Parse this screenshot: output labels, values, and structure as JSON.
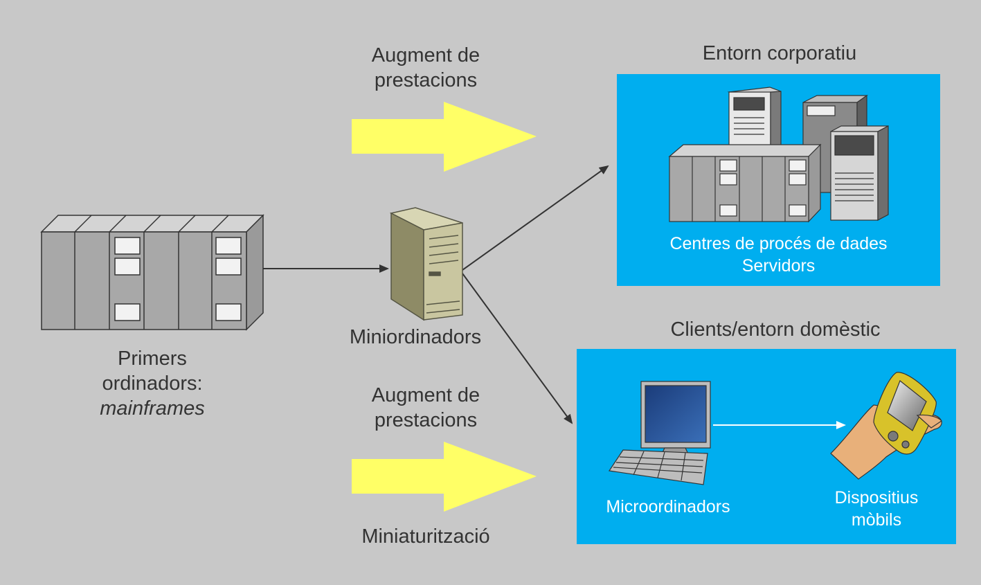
{
  "colors": {
    "background": "#c8c8c8",
    "panel": "#00aeef",
    "yellow_arrow": "#ffff66",
    "connector": "#333333",
    "text_dark": "#333333",
    "text_light": "#ffffff"
  },
  "mainframe": {
    "label_line1": "Primers",
    "label_line2": "ordinadors:",
    "label_line3": "mainframes",
    "icon": "mainframe-icon"
  },
  "mini": {
    "label": "Miniordinadors",
    "icon": "tower-server-icon"
  },
  "top_arrow": {
    "line1": "Augment de",
    "line2": "prestacions"
  },
  "bottom_arrow": {
    "line1": "Augment de",
    "line2": "prestacions",
    "caption": "Miniaturització"
  },
  "corporate": {
    "title": "Entorn corporatiu",
    "line1": "Centres de procés de dades",
    "line2": "Servidors",
    "icon": "server-cluster-icon"
  },
  "home": {
    "title": "Clients/entorn domèstic",
    "micro_label": "Microordinadors",
    "mobile_line1": "Dispositius",
    "mobile_line2": "mòbils",
    "pc_icon": "desktop-computer-icon",
    "mobile_icon": "handheld-device-icon"
  }
}
